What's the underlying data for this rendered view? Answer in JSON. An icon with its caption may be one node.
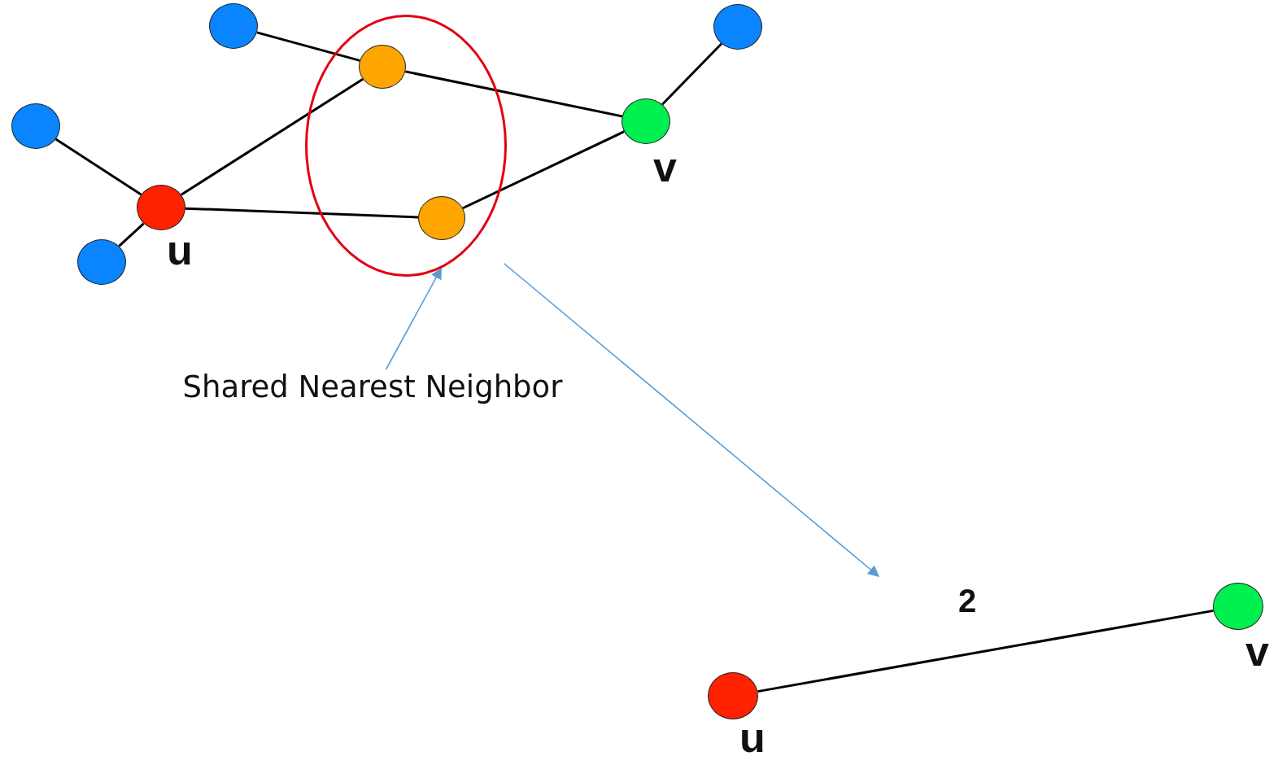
{
  "diagram": {
    "nodes": [
      {
        "text": [],
        "shape": "circle"
      },
      {
        "text": [],
        "shape": "circle"
      },
      {
        "text": [],
        "shape": "circle",
        "in": 1
      },
      {
        "text": [],
        "shape": "circle"
      },
      {
        "text": [],
        "shape": "circle"
      },
      {
        "text": [],
        "shape": "circle",
        "beside": [
          "v"
        ]
      },
      {
        "text": [],
        "shape": "circle",
        "beside": [
          "u"
        ]
      },
      {
        "text": [],
        "shape": "circle",
        "in": 1
      },
      {
        "text": [],
        "shape": "circle"
      },
      {
        "text": [
          "Shared Nearest Neighbor"
        ]
      },
      {
        "text": [],
        "shape": "circle",
        "beside": [
          "v"
        ]
      },
      {
        "text": [],
        "shape": "circle",
        "beside": [
          "u"
        ]
      }
    ],
    "edges": [
      {
        "from": 0,
        "to": 2,
        "arrow": "none"
      },
      {
        "from": 2,
        "to": 5,
        "arrow": "none"
      },
      {
        "from": 5,
        "to": 3,
        "arrow": "none"
      },
      {
        "from": 4,
        "to": 6,
        "arrow": "none"
      },
      {
        "from": 6,
        "to": 2,
        "arrow": "none"
      },
      {
        "from": 6,
        "to": 7,
        "arrow": "none"
      },
      {
        "from": 7,
        "to": 5,
        "arrow": "none"
      },
      {
        "from": 8,
        "to": 6,
        "arrow": "none"
      },
      {
        "from": 9,
        "to": 1,
        "arrow": "to",
        "color": "#5b9bd5"
      },
      {
        "from": 1,
        "to": null,
        "arrow": "to",
        "color": "#5b9bd5"
      },
      {
        "from": 11,
        "to": 10,
        "arrow": "none",
        "label": "2"
      }
    ]
  }
}
